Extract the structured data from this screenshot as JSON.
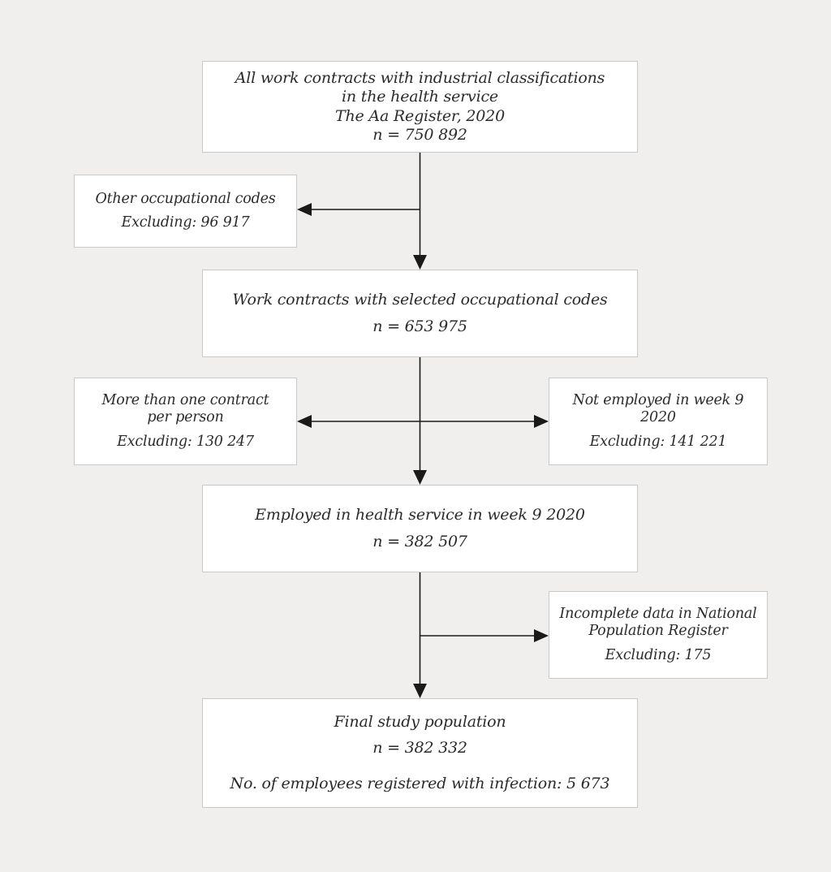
{
  "flowchart": {
    "box_all_contracts": {
      "line1": "All work contracts with industrial classifications",
      "line2": "in the health service",
      "line3": "The Aa Register, 2020",
      "n": "n = 750 892"
    },
    "box_other_codes": {
      "line1": "Other occupational codes",
      "excluding": "Excluding: 96 917"
    },
    "box_selected_codes": {
      "line1": "Work contracts with selected occupational codes",
      "n": "n = 653 975"
    },
    "box_multiple_contracts": {
      "line1": "More than one contract",
      "line2": "per person",
      "excluding": "Excluding: 130 247"
    },
    "box_not_employed": {
      "line1": "Not employed in week 9 2020",
      "excluding": "Excluding: 141 221"
    },
    "box_employed": {
      "line1": "Employed in health service in week 9 2020",
      "n": "n = 382 507"
    },
    "box_incomplete_data": {
      "line1": "Incomplete data in National",
      "line2": "Population Register",
      "excluding": "Excluding: 175"
    },
    "box_final": {
      "line1": "Final study population",
      "n": "n = 382 332",
      "infection": "No. of employees registered with infection: 5 673"
    },
    "colors": {
      "background": "#f0efed",
      "box_fill": "#ffffff",
      "box_border": "#c9c9c9",
      "text": "#2b2b2b",
      "arrow": "#1a1a1a"
    }
  }
}
